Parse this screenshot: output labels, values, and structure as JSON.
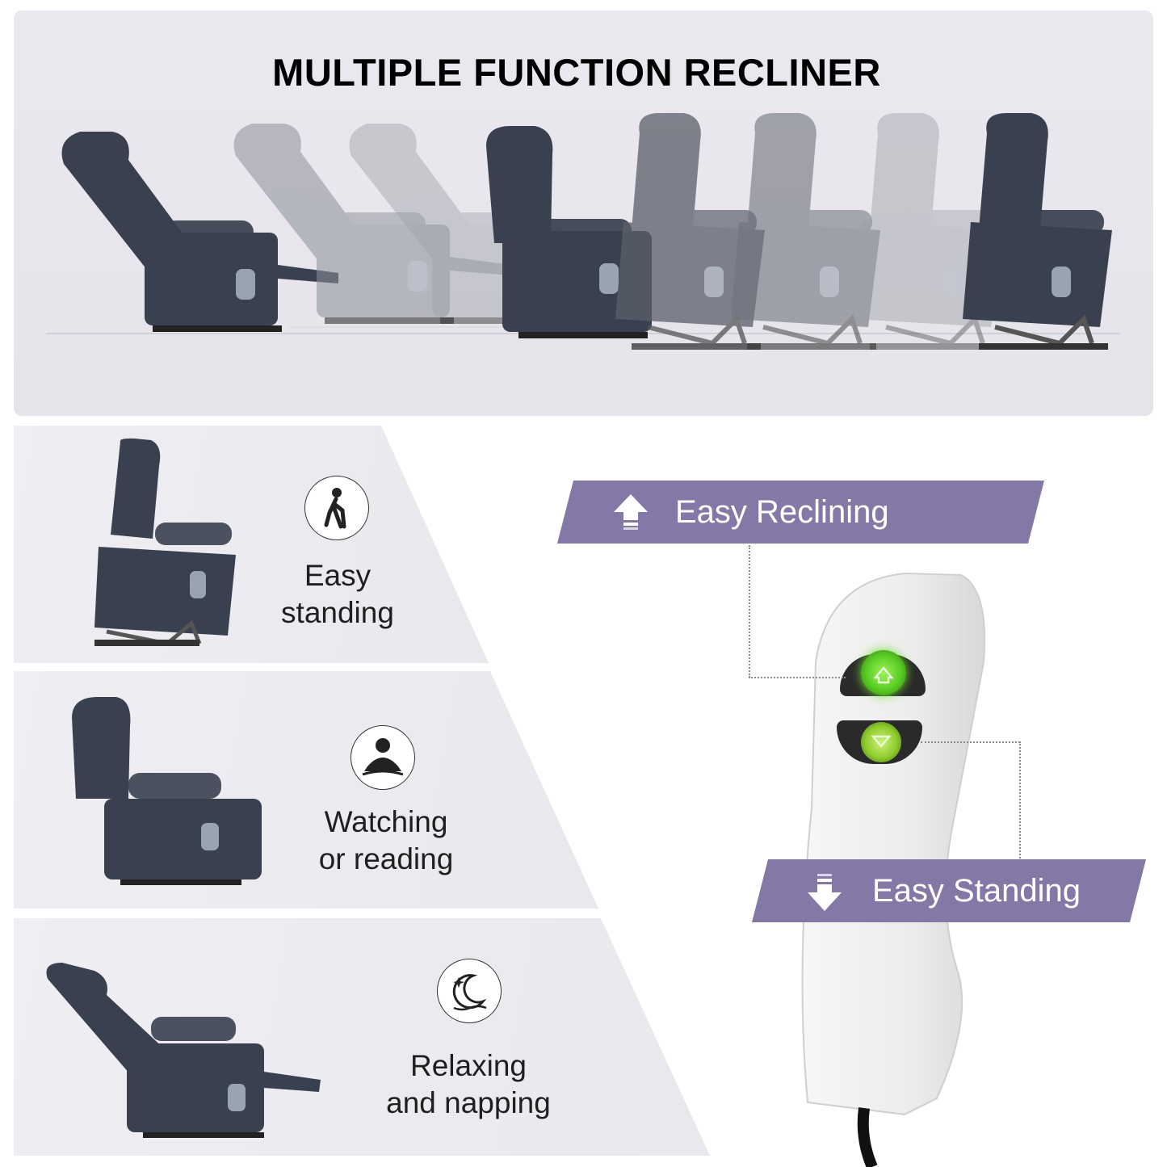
{
  "title": "MULTIPLE FUNCTION RECLINER",
  "modes": [
    {
      "icon": "walking-cane-icon",
      "line1": "Easy",
      "line2": "standing"
    },
    {
      "icon": "meditating-person-icon",
      "line1": "Watching",
      "line2": "or reading"
    },
    {
      "icon": "moon-stars-icon",
      "line1": "Relaxing",
      "line2": "and napping"
    }
  ],
  "remote": {
    "up_label": "Easy Reclining",
    "down_label": "Easy Standing",
    "up_icon": "arrow-up-icon",
    "down_icon": "arrow-down-icon"
  },
  "colors": {
    "banner": "#8478a6",
    "chair": "#39404f",
    "button_glow": "#66d22f",
    "panel": "#e6e3ea"
  }
}
